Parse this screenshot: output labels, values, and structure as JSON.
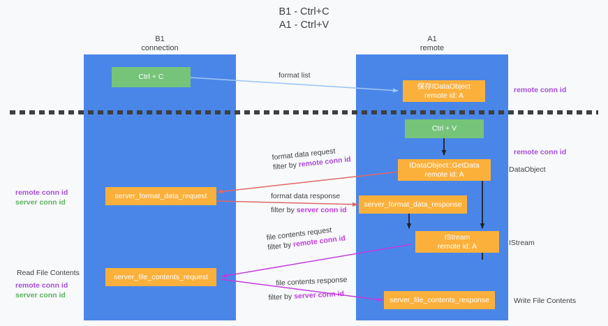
{
  "title": {
    "line1": "B1 - Ctrl+C",
    "line2": "A1 - Ctrl+V"
  },
  "columns": [
    {
      "name": "B1",
      "sub": "connection"
    },
    {
      "name": "A1",
      "sub": "remote"
    }
  ],
  "colors": {
    "lane": "#4a86e8",
    "green_node": "#75c47a",
    "orange_node": "#fbb03b",
    "remote_conn_id": "#a64ddb",
    "server_conn_id": "#5bb35f",
    "arrow_blue": "#9fc5f8",
    "arrow_red": "#e06666",
    "arrow_magenta": "#c23ce0",
    "arrow_black": "#202124",
    "divider": "#3c4043",
    "background": "#f8f9fa"
  },
  "nodes": {
    "ctrl_c": {
      "label": "Ctrl + C"
    },
    "idataobject": {
      "line1": "保存IDataObject",
      "line2": "remote id: A"
    },
    "ctrl_v": {
      "label": "Ctrl + V"
    },
    "getdata": {
      "line1": "IDataObject::GetData",
      "line2": "remote id: A"
    },
    "istream": {
      "line1": "IStream",
      "line2": "remote id: A"
    },
    "server_format_data_request": {
      "label": "server_format_data_request"
    },
    "server_format_data_response": {
      "label": "server_format_data_response"
    },
    "server_file_contents_request": {
      "label": "server_file_contents_request"
    },
    "server_file_contents_response": {
      "label": "server_file_contents_response"
    }
  },
  "edge_labels": {
    "format_list": "format list",
    "format_data_request": "format data request",
    "format_data_request_filter_prefix": "filter by ",
    "format_data_request_filter_key": "remote conn id",
    "format_data_response": "format data response",
    "format_data_response_filter_prefix": "filter by ",
    "format_data_response_filter_key": "server conn id",
    "file_contents_request": "file contents request",
    "file_contents_request_filter_prefix": "filter by ",
    "file_contents_request_filter_key": "remote conn id",
    "file_contents_response": "file contents response",
    "file_contents_response_filter_prefix": "filter by ",
    "file_contents_response_filter_key": "server conn id"
  },
  "annotations": {
    "right_top_remote_conn_id": "remote conn id",
    "right_mid_remote_conn_id": "remote conn id",
    "right_dataobject": "DataObject",
    "right_istream": "IStream",
    "right_write_file_contents": "Write File Contents",
    "left_mid_remote_conn_id": "remote conn id",
    "left_mid_server_conn_id": "server conn id",
    "left_read_file_contents": "Read File Contents",
    "left_low_remote_conn_id": "remote conn id",
    "left_low_server_conn_id": "server conn id"
  }
}
